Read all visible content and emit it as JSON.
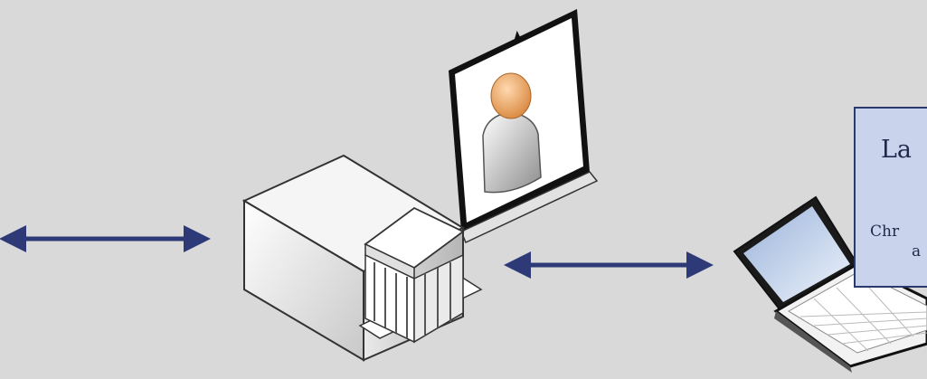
{
  "colors": {
    "background": "#d9d9d9",
    "arrow": "#2e3a78",
    "callout_fill": "#c9d3ec",
    "callout_border": "#2a3a6a"
  },
  "callout": {
    "title": "La",
    "line1": "Chr",
    "line2": "a"
  },
  "icons": [
    "double-arrow-icon",
    "bank-server-icon",
    "user-screen-icon",
    "laptop-icon"
  ]
}
